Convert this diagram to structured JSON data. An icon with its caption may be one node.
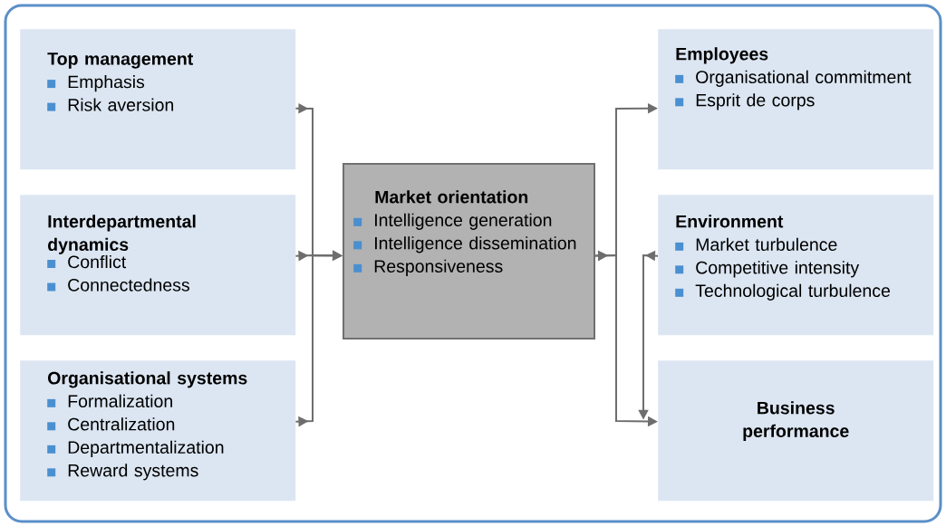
{
  "diagram": {
    "nodes": [
      {
        "text": [
          "Top management",
          "Emphasis",
          "Risk aversion"
        ]
      },
      {
        "text": [
          "Interdepartmental dynamics",
          "Conflict",
          "Connectedness"
        ]
      },
      {
        "text": [
          "Organisational systems",
          "Formalization",
          "Centralization",
          "Departmentalization",
          "Reward systems"
        ]
      },
      {
        "text": [
          "Market orientation",
          "Intelligence generation",
          "Intelligence dissemination",
          "Responsiveness"
        ]
      },
      {
        "text": [
          "Employees",
          "Organisational commitment",
          "Esprit de corps"
        ]
      },
      {
        "text": [
          "Environment",
          "Market turbulence",
          "Competitive intensity",
          "Technological turbulence"
        ]
      },
      {
        "text": [
          "Business performance"
        ]
      }
    ],
    "edges": [
      {
        "from": 0,
        "to": 3,
        "arrow": "to"
      },
      {
        "from": 1,
        "to": 3,
        "arrow": "to"
      },
      {
        "from": 2,
        "to": 3,
        "arrow": "to"
      },
      {
        "from": 3,
        "to": 4,
        "arrow": "to"
      },
      {
        "from": 3,
        "to": 6,
        "arrow": "to"
      },
      {
        "from": 5,
        "to": 6,
        "arrow": "to"
      }
    ]
  }
}
